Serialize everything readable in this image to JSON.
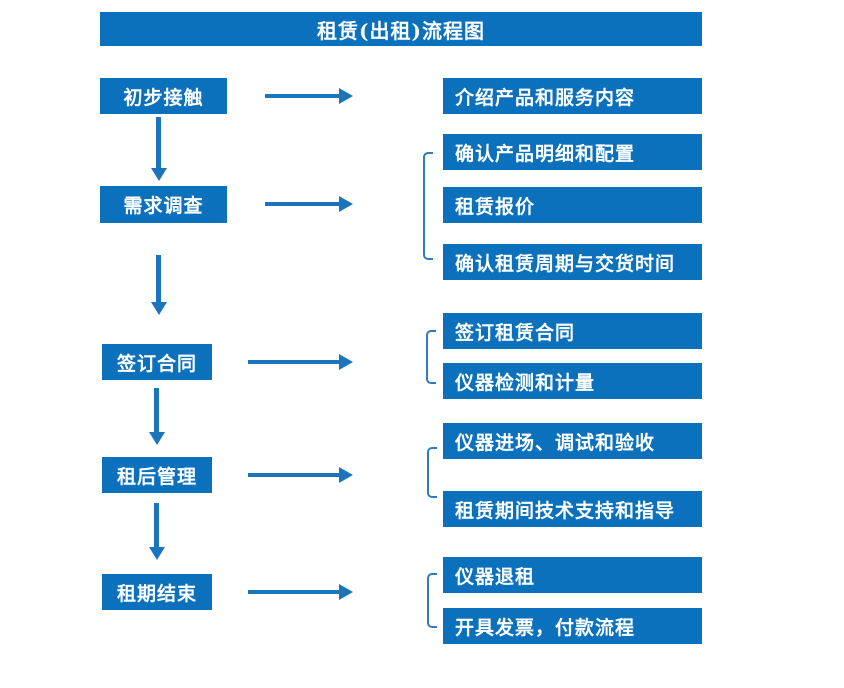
{
  "title": "租赁(出租)流程图",
  "colors": {
    "box_blue": "#0c71bd",
    "arrow_blue": "#1b75bc",
    "bracket_blue": "#2e7bbf",
    "text_white": "#ffffff"
  },
  "steps": [
    {
      "label": "初步接触",
      "details": [
        "介绍产品和服务内容"
      ]
    },
    {
      "label": "需求调查",
      "details": [
        "确认产品明细和配置",
        "租赁报价",
        "确认租赁周期与交货时间"
      ]
    },
    {
      "label": "签订合同",
      "details": [
        "签订租赁合同",
        "仪器检测和计量"
      ]
    },
    {
      "label": "租后管理",
      "details": [
        "仪器进场、调试和验收",
        "租赁期间技术支持和指导"
      ]
    },
    {
      "label": "租期结束",
      "details": [
        "仪器退租",
        "开具发票，付款流程"
      ]
    }
  ]
}
